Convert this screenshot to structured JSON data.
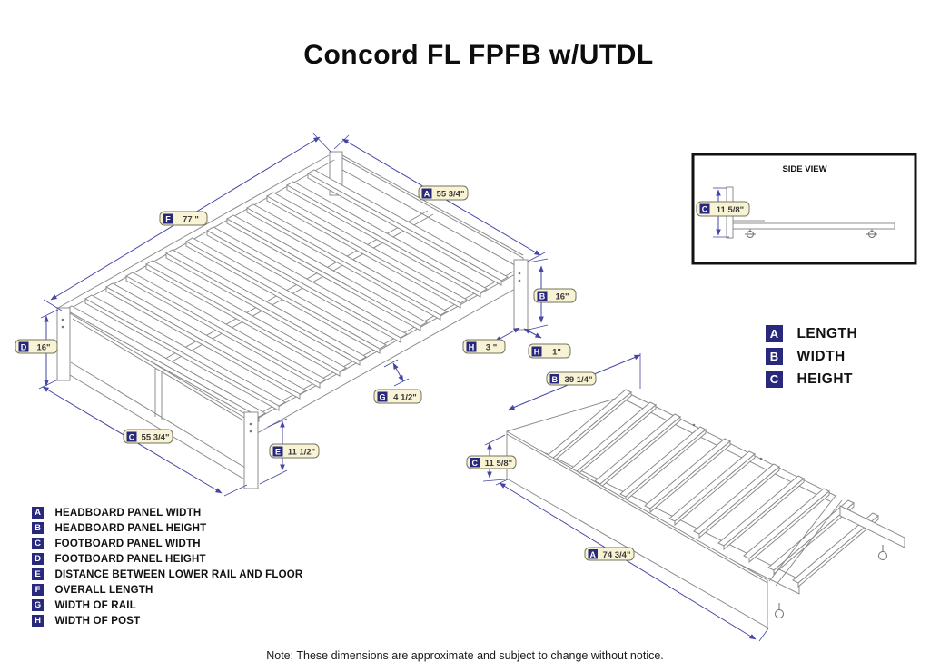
{
  "title": "Concord FL FPFB w/UTDL",
  "note": "Note:  These dimensions are approximate and subject to change without notice.",
  "side_view": {
    "title": "SIDE VIEW"
  },
  "key": {
    "items": [
      {
        "letter": "A",
        "label": "LENGTH"
      },
      {
        "letter": "B",
        "label": "WIDTH"
      },
      {
        "letter": "C",
        "label": "HEIGHT"
      }
    ]
  },
  "legend": {
    "items": [
      {
        "letter": "A",
        "label": "HEADBOARD PANEL WIDTH"
      },
      {
        "letter": "B",
        "label": "HEADBOARD PANEL HEIGHT"
      },
      {
        "letter": "C",
        "label": "FOOTBOARD PANEL WIDTH"
      },
      {
        "letter": "D",
        "label": "FOOTBOARD PANEL HEIGHT"
      },
      {
        "letter": "E",
        "label": "DISTANCE BETWEEN LOWER RAIL AND FLOOR"
      },
      {
        "letter": "F",
        "label": "OVERALL LENGTH"
      },
      {
        "letter": "G",
        "label": "WIDTH OF RAIL"
      },
      {
        "letter": "H",
        "label": "WIDTH OF POST"
      }
    ]
  },
  "dims": {
    "bed_a": {
      "letter": "A",
      "value": "55 3/4\""
    },
    "bed_f": {
      "letter": "F",
      "value": "77 \""
    },
    "bed_b": {
      "letter": "B",
      "value": "16\""
    },
    "bed_h3": {
      "letter": "H",
      "value": "3 \""
    },
    "bed_h1": {
      "letter": "H",
      "value": "1\""
    },
    "bed_d": {
      "letter": "D",
      "value": "16\""
    },
    "bed_g": {
      "letter": "G",
      "value": "4 1/2\""
    },
    "bed_c": {
      "letter": "C",
      "value": "55 3/4\""
    },
    "bed_e": {
      "letter": "E",
      "value": "11 1/2\""
    },
    "trundle_b": {
      "letter": "B",
      "value": "39 1/4\""
    },
    "trundle_c": {
      "letter": "C",
      "value": "11 5/8\""
    },
    "trundle_a": {
      "letter": "A",
      "value": "74 3/4\""
    },
    "sideview_c": {
      "letter": "C",
      "value": "11 5/8\""
    }
  },
  "colors": {
    "dimension": "#4646a5",
    "label_fill": "#f8f3d4",
    "badge": "#28287d",
    "outline": "#8c8c8c"
  }
}
